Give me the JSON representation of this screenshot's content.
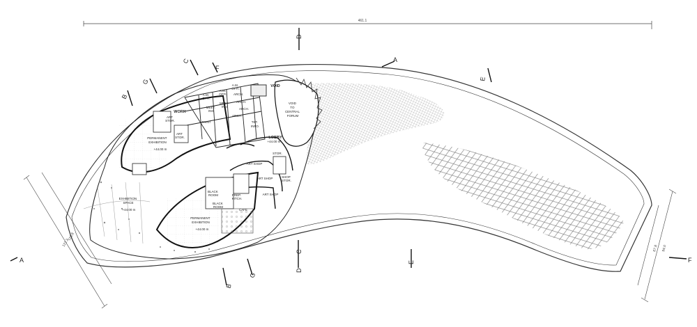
{
  "drawing": {
    "overall_dimension": "461.1",
    "left_dimension": "115.8",
    "left_dimension_outer": "121.3",
    "right_dimension_inner": "67.8",
    "right_dimension_outer": "94.0"
  },
  "section_markers": [
    "A",
    "A",
    "B",
    "B",
    "C",
    "C",
    "D",
    "D",
    "E",
    "E",
    "F",
    "F",
    "G",
    "G"
  ],
  "rooms": {
    "void": "VOID",
    "void_forum": [
      "VOID",
      "TO",
      "CENTRAL",
      "FORUM"
    ],
    "am_office_1": [
      "A.M.",
      "OFFI."
    ],
    "am_office_2": [
      "A.M.",
      "OFFI."
    ],
    "am_office_3": [
      "A.M.",
      "OFFI."
    ],
    "arch_1": "ARCH.",
    "arch_2": "ARCH.",
    "arch_3": "ARCH.",
    "arch_4": "ARCH.",
    "meeting": [
      "MEET.",
      "ING"
    ],
    "meeting_2": [
      "MEET",
      "ING"
    ],
    "work": "WORK",
    "art_stor_1": [
      "ART",
      "STOR."
    ],
    "art_stor_2": [
      "ART",
      "STOR."
    ],
    "paint": "PAINT",
    "tkt_info": [
      "TKT.",
      "INFO."
    ],
    "lobby": "LOBBY",
    "lobby_level": "+44.00 m",
    "stor": "STOR.",
    "shop_stor": [
      "SHOP",
      "STOR."
    ],
    "art_shop_1": "ART SHOP",
    "art_shop_2": "ART SHOP",
    "art_shop_3": "ART SHOP",
    "perm_exhibit_upper": [
      "PERMANENT",
      "EXHIBITION"
    ],
    "perm_exhibit_upper_level": "+44.00 m",
    "perm_exhibit_lower": [
      "PERMANENT",
      "EXHIBITION"
    ],
    "perm_exhibit_lower_level": "+44.00 m",
    "exhibition_space": [
      "EXHIBITION",
      "SPACE"
    ],
    "exhibition_space_level": "+44.00 m",
    "black_room_1": [
      "BLACK",
      "ROOM"
    ],
    "black_room_2": [
      "BLACK",
      "ROOM"
    ],
    "prep_kitch": [
      "PREP.",
      "KITCH."
    ],
    "cafe": "CAFE"
  }
}
